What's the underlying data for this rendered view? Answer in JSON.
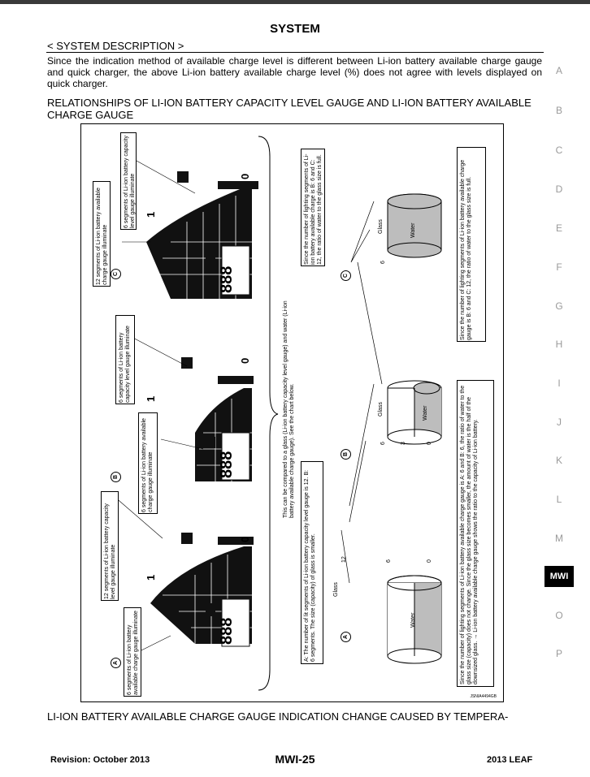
{
  "page": {
    "header_title": "SYSTEM",
    "section_label": "< SYSTEM DESCRIPTION >",
    "intro": "Since the indication method of available charge level is different between Li-ion battery available charge gauge and quick charger, the above Li-ion battery available charge level (%) does not agree with levels displayed on quick charger.",
    "heading1": "RELATIONSHIPS OF LI-ION BATTERY CAPACITY LEVEL GAUGE AND LI-ION BATTERY AVAILABLE CHARGE GAUGE",
    "heading2": "LI-ION BATTERY AVAILABLE CHARGE GAUGE INDICATION CHANGE CAUSED BY TEMPERA-"
  },
  "figure": {
    "id": "JSNIA4494GB",
    "gauge_a": {
      "marker": "A",
      "capacity_callout": "12 segments of Li-ion battery capacity level gauge illuminate",
      "available_callout": "6 segments of Li-ion battery available charge gauge illuminate"
    },
    "gauge_b": {
      "marker": "B",
      "capacity_callout": "6 segments of Li-ion battery capacity level gauge illuminate",
      "available_callout": "6 segments of Li-ion battery available charge gauge illuminate"
    },
    "gauge_c": {
      "marker": "C",
      "capacity_callout": "6 segments of Li-ion battery capacity level gauge illuminate",
      "available_callout": "12 segments of Li-ion battery available charge gauge illuminate"
    },
    "gauge_label_one": "1",
    "gauge_label_zero": "0",
    "gauge_display": "888",
    "compare_note": "This can be compared to a glass (Li-ion battery capacity level gauge) and water (Li-ion battery available charge gauge). See the chart below.",
    "note_ab": "A: The number of lit segments of Li-ion battery capacity level gauge is 12. B: 6 segments. The size (capacity) of glass is smaller.",
    "note_c": "Since the number of lighting segments of Li-ion battery available charge is B: 6 and C: 12, the ratio of water to the glass size is full.",
    "note_c_bottom": "Since the number of lighting segments of Li-ion battery available charge gauge is B: 6 and C: 12, the ratio of water to the glass size is full.",
    "note_a_bottom": "Since the number of lighting segments of Li-ion battery available charge gauge is A: 6 and B: 6, the ratio of water to the glass size (capacity) does not change. Since the glass size becomes smaller, the amount of water is the half of the downsized glass. → Li-ion battery available charge gauge shows the ratio to the capacity of Li-ion battery.",
    "glass_label": "Glass",
    "water_label": "Water",
    "scale_12": "12",
    "scale_6": "6",
    "scale_3": "3",
    "scale_0": "0"
  },
  "side_index": [
    "A",
    "B",
    "C",
    "D",
    "E",
    "F",
    "G",
    "H",
    "I",
    "J",
    "K",
    "L",
    "M",
    "MWI",
    "O",
    "P"
  ],
  "side_index_active": "MWI",
  "footer": {
    "revision": "Revision: October 2013",
    "page_number": "MWI-25",
    "model": "2013 LEAF"
  },
  "colors": {
    "accent_tab": "#000000",
    "index_text": "#9a9a9a",
    "water_fill": "#bdbdbd"
  }
}
